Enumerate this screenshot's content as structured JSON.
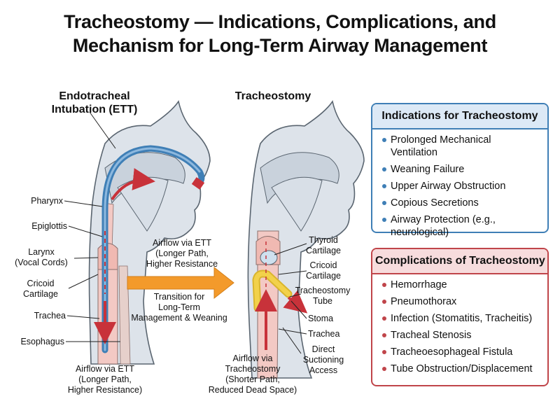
{
  "title": {
    "line1": "Tracheostomy — Indications, Complications, and",
    "line2": "Mechanism for Long-Term Airway Management"
  },
  "left_panel": {
    "title_line1": "Endotracheal",
    "title_line2": "Intubation (ETT)",
    "labels": {
      "pharynx": "Pharynx",
      "epiglottis": "Epiglottis",
      "larynx_line1": "Larynx",
      "larynx_line2": "(Vocal Cords)",
      "cricoid_line1": "Cricoid",
      "cricoid_line2": "Cartilage",
      "trachea": "Trachea",
      "esophagus": "Esophagus"
    },
    "caption": [
      "Airflow via ETT",
      "(Longer Path,",
      "Higher Resistance)"
    ]
  },
  "middle": {
    "top": [
      "Airflow via ETT",
      "(Longer Path,",
      "Higher Resistance"
    ],
    "bottom": [
      "Transition for",
      "Long-Term",
      "Management & Weaning"
    ]
  },
  "right_panel": {
    "title": "Tracheostomy",
    "labels": {
      "thyroid_line1": "Thyroid",
      "thyroid_line2": "Cartilage",
      "cricoid_line1": "Cricoid",
      "cricoid_line2": "Cartilage",
      "tube_line1": "Tracheostomy",
      "tube_line2": "Tube",
      "stoma": "Stoma",
      "trachea": "Trachea",
      "suction_line1": "Direct",
      "suction_line2": "Suctioning",
      "suction_line3": "Access"
    },
    "caption": [
      "Airflow via",
      "Tracheostomy",
      "(Shorter Path,",
      "Reduced Dead Space)"
    ]
  },
  "indications": {
    "header": "Indications for Tracheostomy",
    "items": [
      "Prolonged Mechanical Ventilation",
      "Weaning Failure",
      "Upper Airway Obstruction",
      "Copious Secretions",
      "Airway Protection (e.g.,",
      "neurological)"
    ]
  },
  "complications": {
    "header": "Complications of Tracheostomy",
    "items": [
      "Hemorrhage",
      "Pneumothorax",
      "Infection (Stomatitis, Tracheitis)",
      "Tracheal Stenosis",
      "Tracheoesophageal Fistula",
      "Tube Obstruction/Displacement"
    ]
  },
  "colors": {
    "tissue": "#dde3ea",
    "tissue_outline": "#5a6570",
    "airway_pink": "#f3c9c4",
    "tube_blue": "#3f7fb6",
    "arrow_red": "#c8323a",
    "transition_orange": "#f39a2b",
    "trach_tube_yellow": "#f2d14a"
  }
}
